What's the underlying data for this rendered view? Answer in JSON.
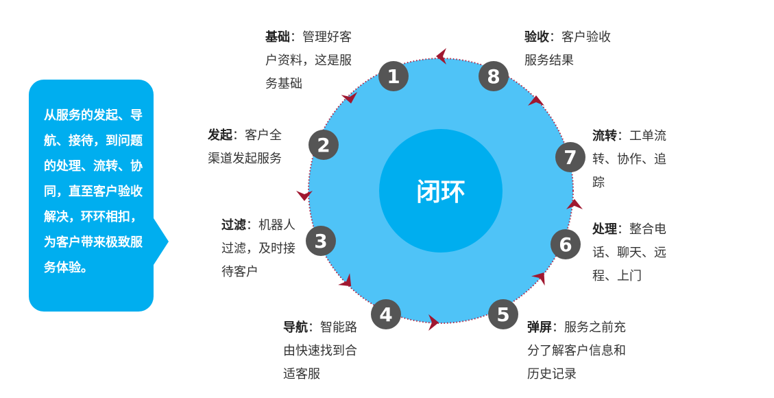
{
  "summary": {
    "text": "从服务的发起、导航、接待，到问题的处理、流转、协同，直至客户验收解决，环环相扣，为客户带来极致服务体验。"
  },
  "center": {
    "label": "闭环"
  },
  "colors": {
    "callout": "#00aeef",
    "outer_circle": "#4fc3f7",
    "inner_circle": "#00aeef",
    "node": "#555555",
    "arrow": "#a01830",
    "ring_dots": "#b02040"
  },
  "steps": [
    {
      "number": "1",
      "title": "基础",
      "text": "：管理好客户资料，这是服务基础"
    },
    {
      "number": "2",
      "title": "发起",
      "text": "：客户全渠道发起服务"
    },
    {
      "number": "3",
      "title": "过滤",
      "text": "：机器人过滤，及时接待客户"
    },
    {
      "number": "4",
      "title": "导航",
      "text": "：智能路由快速找到合适客服"
    },
    {
      "number": "5",
      "title": "弹屏",
      "text": "：服务之前充分了解客户信息和历史记录"
    },
    {
      "number": "6",
      "title": "处理",
      "text": "：整合电话、聊天、远程、上门"
    },
    {
      "number": "7",
      "title": "流转",
      "text": "：工单流转、协作、追踪"
    },
    {
      "number": "8",
      "title": "验收",
      "text": "：客户验收服务结果"
    }
  ]
}
